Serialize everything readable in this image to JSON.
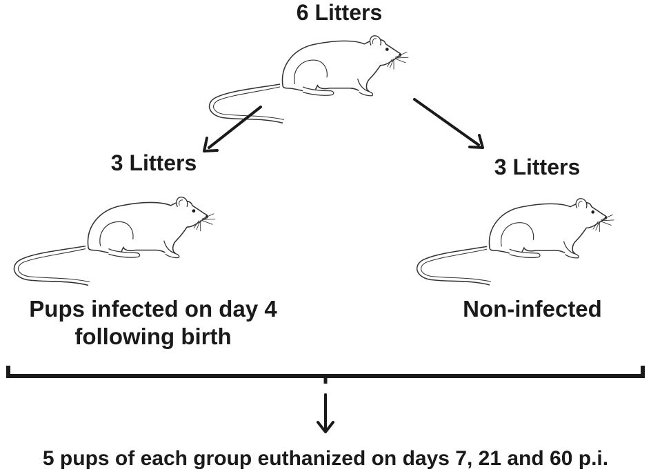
{
  "diagram": {
    "top_label": "6 Litters",
    "left_label": "3 Litters",
    "right_label": "3 Litters",
    "left_caption_line1": "Pups infected on day 4",
    "left_caption_line2": "following birth",
    "right_caption": "Non-infected",
    "bottom_caption": "5 pups of each group euthanized on days 7, 21 and 60 p.i."
  },
  "colors": {
    "ink": "#1a1a1a",
    "outline": "#333333",
    "background": "#ffffff"
  },
  "icons": [
    "rat-icon",
    "arrow-down-left-icon",
    "arrow-down-right-icon",
    "arrow-down-icon",
    "bracket-icon"
  ]
}
